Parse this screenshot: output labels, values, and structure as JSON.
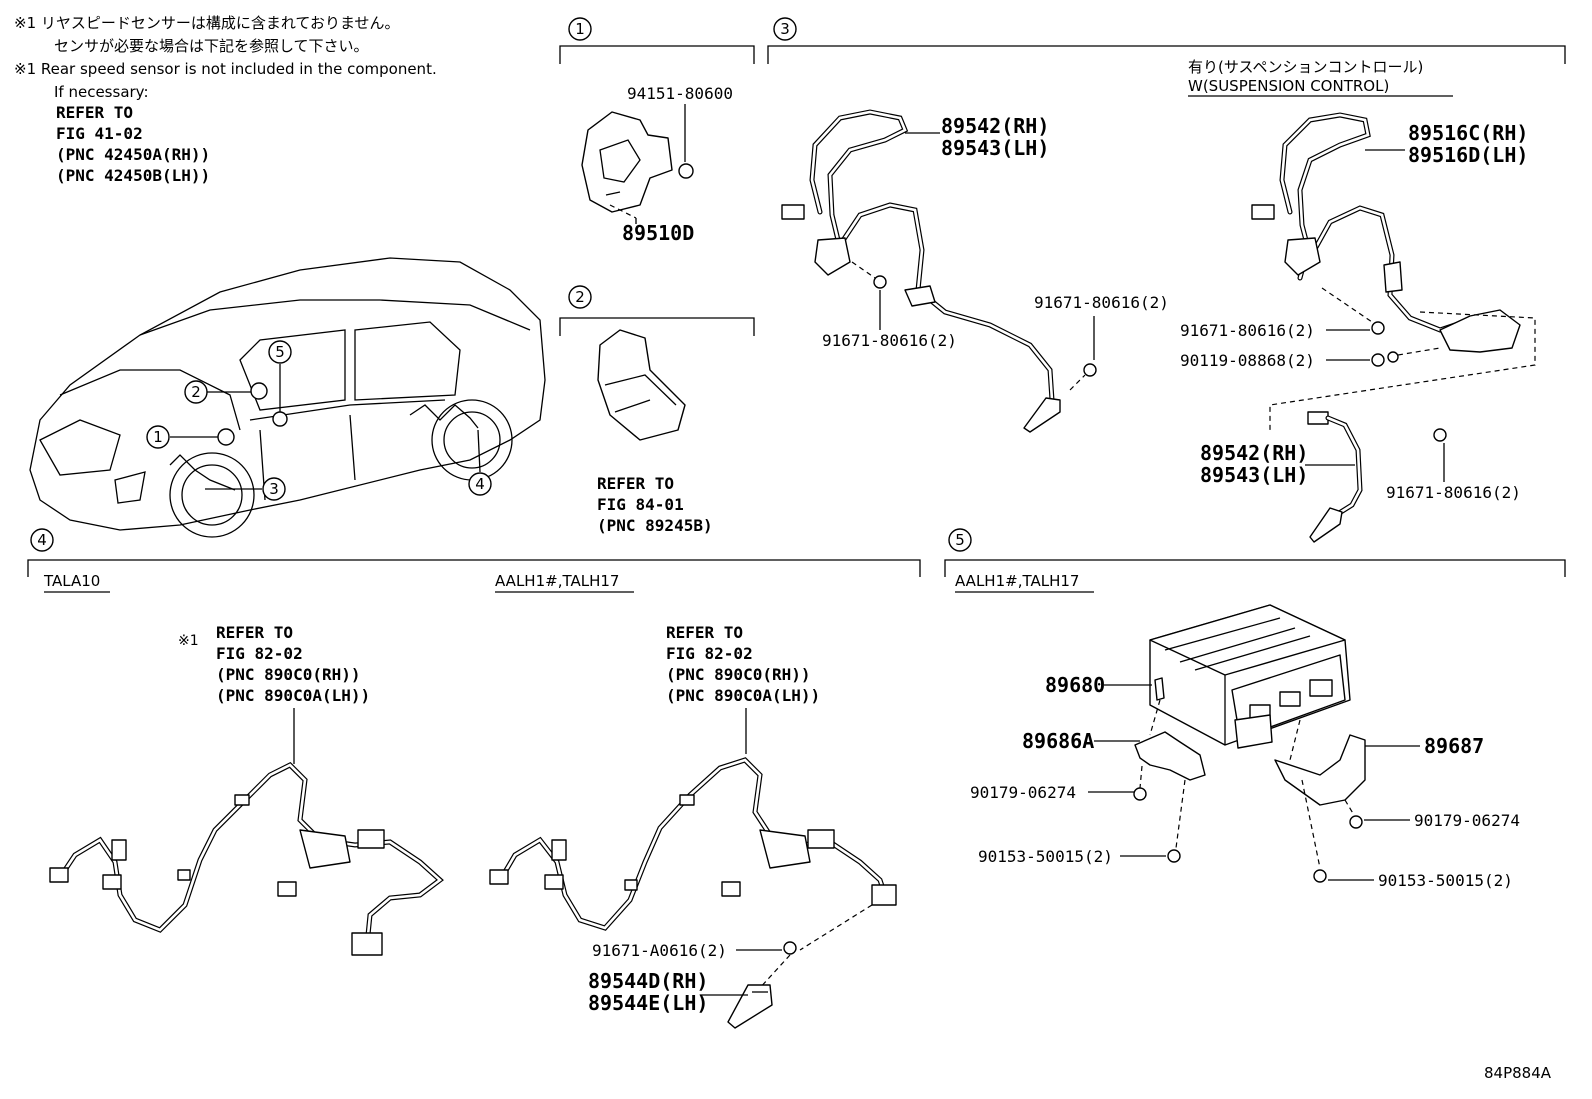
{
  "notes": {
    "jp1": "※1 リヤスピードセンサーは構成に含まれておりません。",
    "jp2": "センサが必要な場合は下記を参照して下さい。",
    "en1": "※1 Rear speed sensor is not included in the component.",
    "en2": "If necessary:",
    "ref1": "REFER TO",
    "ref2": "FIG 41-02",
    "ref3": "(PNC 42450A(RH))",
    "ref4": "(PNC 42450B(LH))"
  },
  "sections": {
    "s1": "1",
    "s2": "2",
    "s3": "3",
    "s4": "4",
    "s5": "5"
  },
  "car_callouts": [
    "1",
    "2",
    "3",
    "4",
    "5"
  ],
  "sec1": {
    "p1": "94151-80600",
    "p2": "89510D"
  },
  "sec2": {
    "r1": "REFER TO",
    "r2": "FIG 84-01",
    "r3": "(PNC 89245B)"
  },
  "sec3": {
    "jp": "有り(サスペンションコントロール)",
    "en": "W(SUSPENSION CONTROL)",
    "a1": "89542(RH)",
    "a2": "89543(LH)",
    "a3": "91671-80616(2)",
    "a4": "91671-80616(2)",
    "b1": "89516C(RH)",
    "b2": "89516D(LH)",
    "b3": "91671-80616(2)",
    "b4": "90119-08868(2)",
    "c1": "89542(RH)",
    "c2": "89543(LH)",
    "c3": "91671-80616(2)"
  },
  "sec4": {
    "h1": "TALA10",
    "h2": "AALH1#,TALH17",
    "star": "※1",
    "l1": "REFER TO",
    "l2": "FIG 82-02",
    "l3": "(PNC 890C0(RH))",
    "l4": "(PNC 890C0A(LH))",
    "r1": "REFER TO",
    "r2": "FIG 82-02",
    "r3": "(PNC 890C0(RH))",
    "r4": "(PNC 890C0A(LH))",
    "p1": "91671-A0616(2)",
    "p2": "89544D(RH)",
    "p3": "89544E(LH)"
  },
  "sec5": {
    "h1": "AALH1#,TALH17",
    "p1": "89680",
    "p2": "89686A",
    "p3": "90179-06274",
    "p4": "90153-50015(2)",
    "p5": "89687",
    "p6": "90179-06274",
    "p7": "90153-50015(2)"
  },
  "footer": {
    "code": "84P884A"
  }
}
